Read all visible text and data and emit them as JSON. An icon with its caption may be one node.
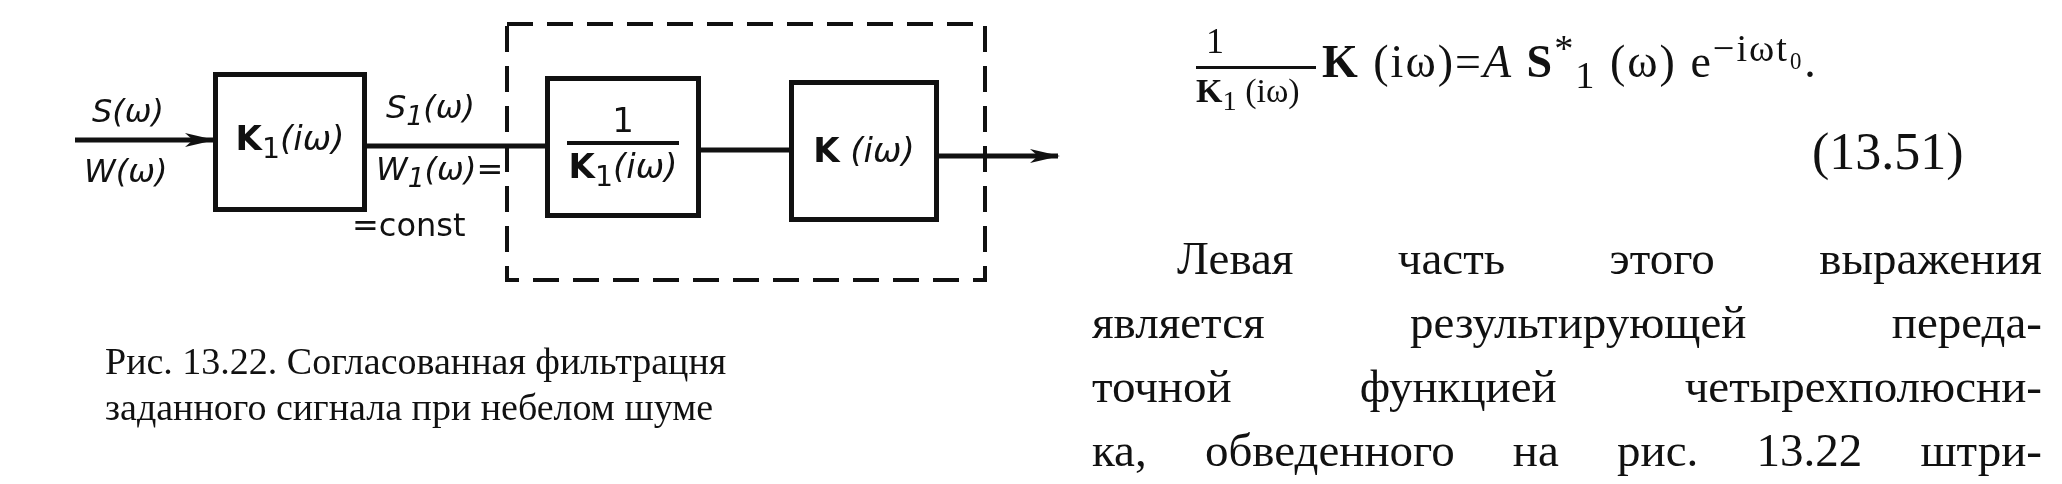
{
  "diagram": {
    "caption": "Рис. 13.22. Согласованная фильтрацня заданного сигнала при небелом шуме",
    "nodes": [
      {
        "text": [
          "**K**$_{1}$*(iω)*"
        ]
      },
      {
        "text": [],
        "shape": "box"
      },
      {
        "text": [
          "1",
          "**K**$_{1}$*(iω)*"
        ],
        "in": 1
      },
      {
        "text": [
          "**K** *(iω)*"
        ],
        "in": 1
      }
    ],
    "edges": [
      {
        "from": null,
        "to": 0,
        "arrow": "to"
      },
      {
        "from": 0,
        "to": 2,
        "arrow": "none"
      },
      {
        "from": 2,
        "to": 3,
        "arrow": "none"
      },
      {
        "from": 3,
        "to": null,
        "arrow": "to"
      }
    ],
    "labels": [
      "S(ω)",
      "W(ω)",
      "S$_{1}$(ω)",
      "W$_{1}$(ω)=",
      "=const",
      "1",
      "**K**$_{1}$ (iω)",
      "**K** (iω)=*A* **S**$^{*}$$_{1}$ (ω) e$^{−iωt₀}$.",
      "(13.51)",
      "Левая часть этого выражения является результирующей переда- точной функцией четырехполюсни- ка, обведенного на рис. 13.22 штри-"
    ]
  }
}
